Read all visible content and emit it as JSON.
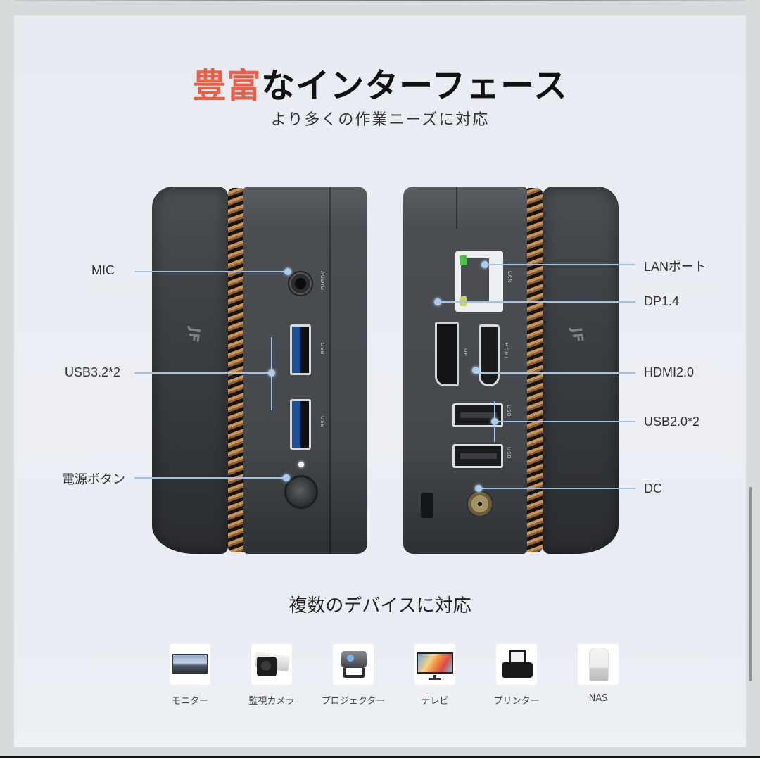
{
  "header": {
    "title_accent": "豊富",
    "title_rest": "なインターフェース",
    "subtitle": "より多くの作業ニーズに対応",
    "accent_color": "#e5614a"
  },
  "left_device": {
    "callouts": [
      {
        "id": "mic",
        "label": "MIC"
      },
      {
        "id": "usb32",
        "label": "USB3.2*2"
      },
      {
        "id": "power",
        "label": "電源ボタン"
      }
    ],
    "port_labels": {
      "audio": "AUDIO",
      "usb_top": "USB",
      "usb_bottom": "USB"
    },
    "logo": "JF"
  },
  "right_device": {
    "callouts": [
      {
        "id": "lan",
        "label": "LANポート"
      },
      {
        "id": "dp",
        "label": "DP1.4"
      },
      {
        "id": "hdmi",
        "label": "HDMI2.0"
      },
      {
        "id": "usb20",
        "label": "USB2.0*2"
      },
      {
        "id": "dc",
        "label": "DC"
      }
    ],
    "port_labels": {
      "lan": "LAN",
      "dp": "DP",
      "hdmi": "HDMI",
      "usb_top": "USB",
      "usb_bottom": "USB"
    },
    "logo": "JF"
  },
  "supported": {
    "title": "複数のデバイスに対応",
    "devices": [
      {
        "name": "モニター",
        "icon": "monitor-icon"
      },
      {
        "name": "監視カメラ",
        "icon": "security-camera-icon"
      },
      {
        "name": "プロジェクター",
        "icon": "projector-icon"
      },
      {
        "name": "テレビ",
        "icon": "tv-icon"
      },
      {
        "name": "プリンター",
        "icon": "printer-icon"
      },
      {
        "name": "NAS",
        "icon": "nas-icon"
      }
    ]
  },
  "colors": {
    "callout_line": "#9fc2e6",
    "background": "#e9ecf3"
  }
}
